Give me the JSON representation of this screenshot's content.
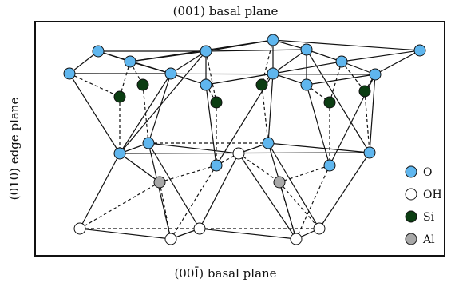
{
  "titles": {
    "top": "(001) basal plane",
    "bottom": "(00Ī) basal plane",
    "side": "(010) edge plane"
  },
  "colors": {
    "O": "#5fb6ee",
    "OH": "#ffffff",
    "Si": "#0b3d12",
    "Al": "#a8a8a8",
    "stroke": "#111111"
  },
  "legend": [
    {
      "key": "O",
      "label": "O"
    },
    {
      "key": "OH",
      "label": "OH"
    },
    {
      "key": "Si",
      "label": "Si"
    },
    {
      "key": "Al",
      "label": "Al"
    }
  ]
}
